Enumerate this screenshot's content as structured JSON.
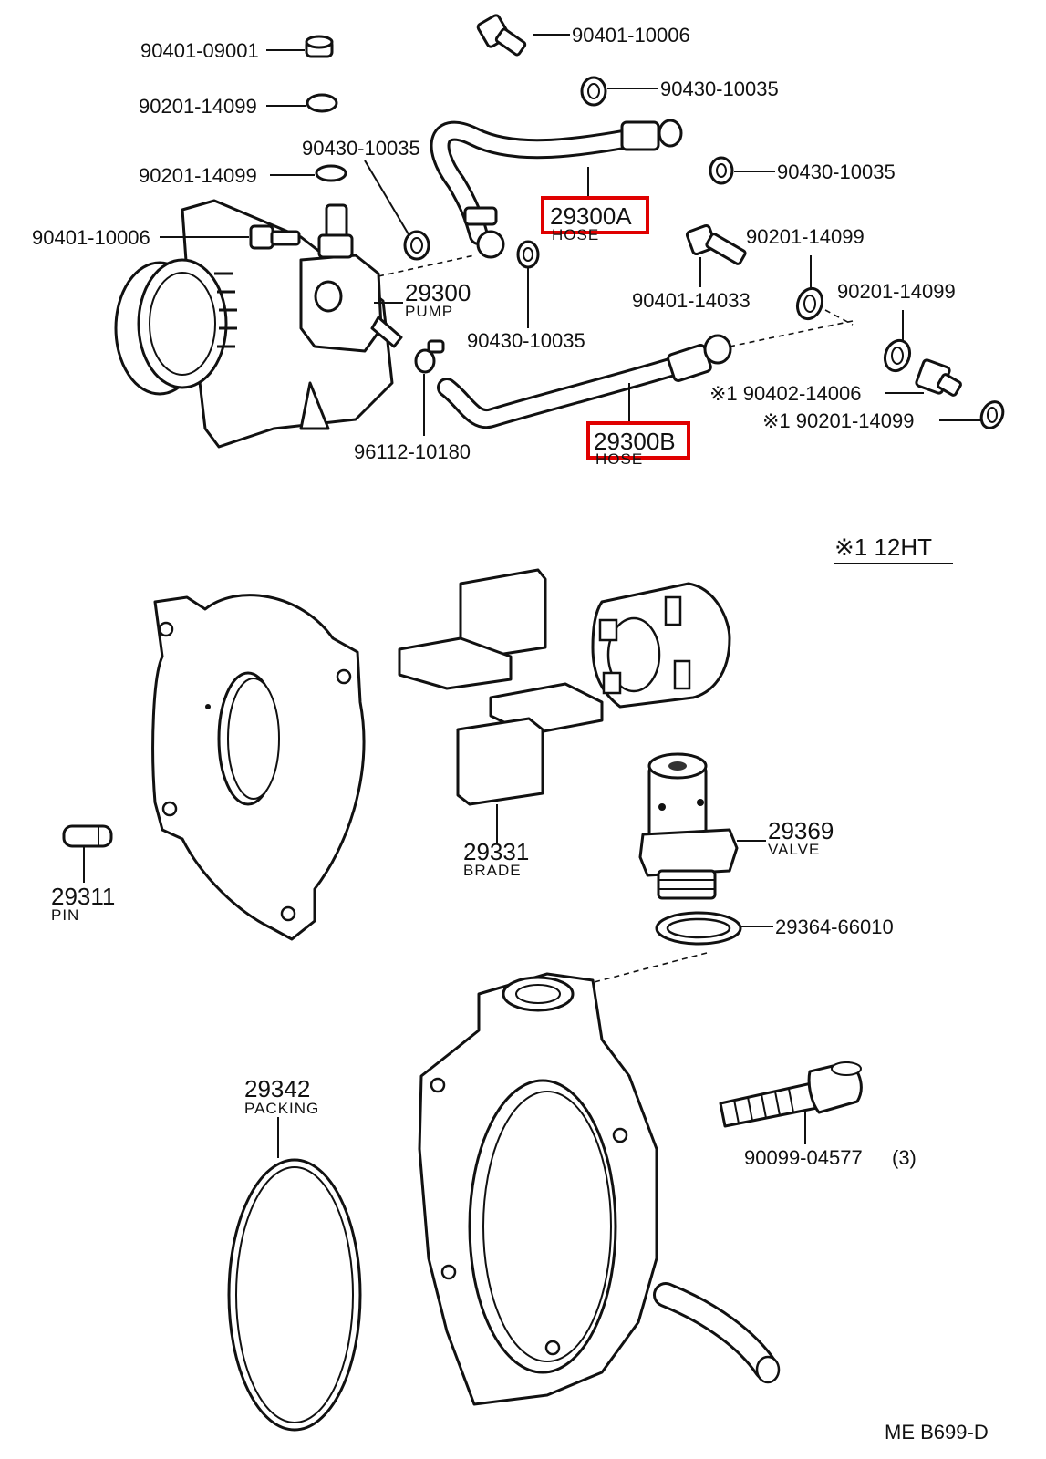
{
  "diagram": {
    "callouts": {
      "p90401_09001": "90401-09001",
      "p90401_10006_top": "90401-10006",
      "p90430_10035_top": "90430-10035",
      "p90201_14099_a": "90201-14099",
      "p90430_10035_b": "90430-10035",
      "p90201_14099_b": "90201-14099",
      "p90430_10035_c": "90430-10035",
      "p90401_10006_left": "90401-10006",
      "p29300A": "29300A",
      "p29300A_sub": "HOSE",
      "p90201_14099_c": "90201-14099",
      "p29300": "29300",
      "p29300_sub": "PUMP",
      "p90401_14033": "90401-14033",
      "p90201_14099_d": "90201-14099",
      "p90430_10035_d": "90430-10035",
      "p90402_14006": "※1 90402-14006",
      "p90201_14099_e": "※1 90201-14099",
      "p29300B": "29300B",
      "p29300B_sub": "HOSE",
      "p96112_10180": "96112-10180",
      "note_12ht": "※1 12HT",
      "p29331": "29331",
      "p29331_sub": "BRADE",
      "p29369": "29369",
      "p29369_sub": "VALVE",
      "p29311": "29311",
      "p29311_sub": "PIN",
      "p29364_66010": "29364-66010",
      "p29342": "29342",
      "p29342_sub": "PACKING",
      "p90099_04577": "90099-04577",
      "p90099_qty": "(3)",
      "ref_code": "ME B699-D"
    },
    "highlight_color": "#e00000"
  }
}
